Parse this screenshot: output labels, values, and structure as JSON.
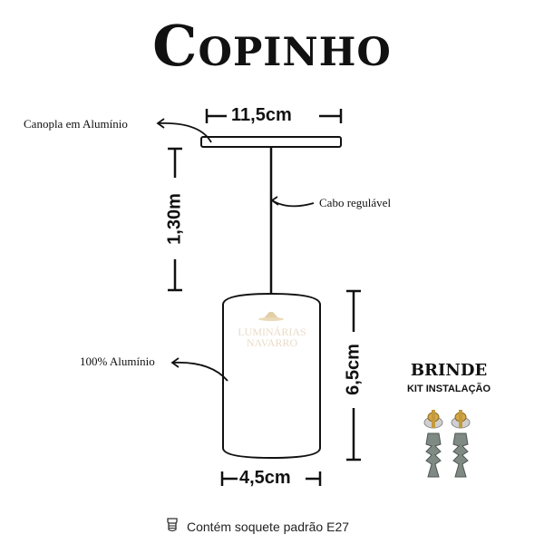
{
  "title": "Copinho",
  "labels": {
    "canopla": "Canopla em Alumínio",
    "cabo": "Cabo regulável",
    "aluminio": "100% Alumínio"
  },
  "dimensions": {
    "canopla_width": "11,5cm",
    "cable_length": "1,30m",
    "shade_height": "6,5cm",
    "shade_width": "4,5cm"
  },
  "watermark": {
    "line1": "LUMINÁRIAS",
    "line2": "NAVARRO"
  },
  "bonus": {
    "title": "BRINDE",
    "subtitle": "KIT INSTALAÇÃO"
  },
  "footer": {
    "text": "Contém soquete padrão E27",
    "icon": "socket-icon"
  }
}
